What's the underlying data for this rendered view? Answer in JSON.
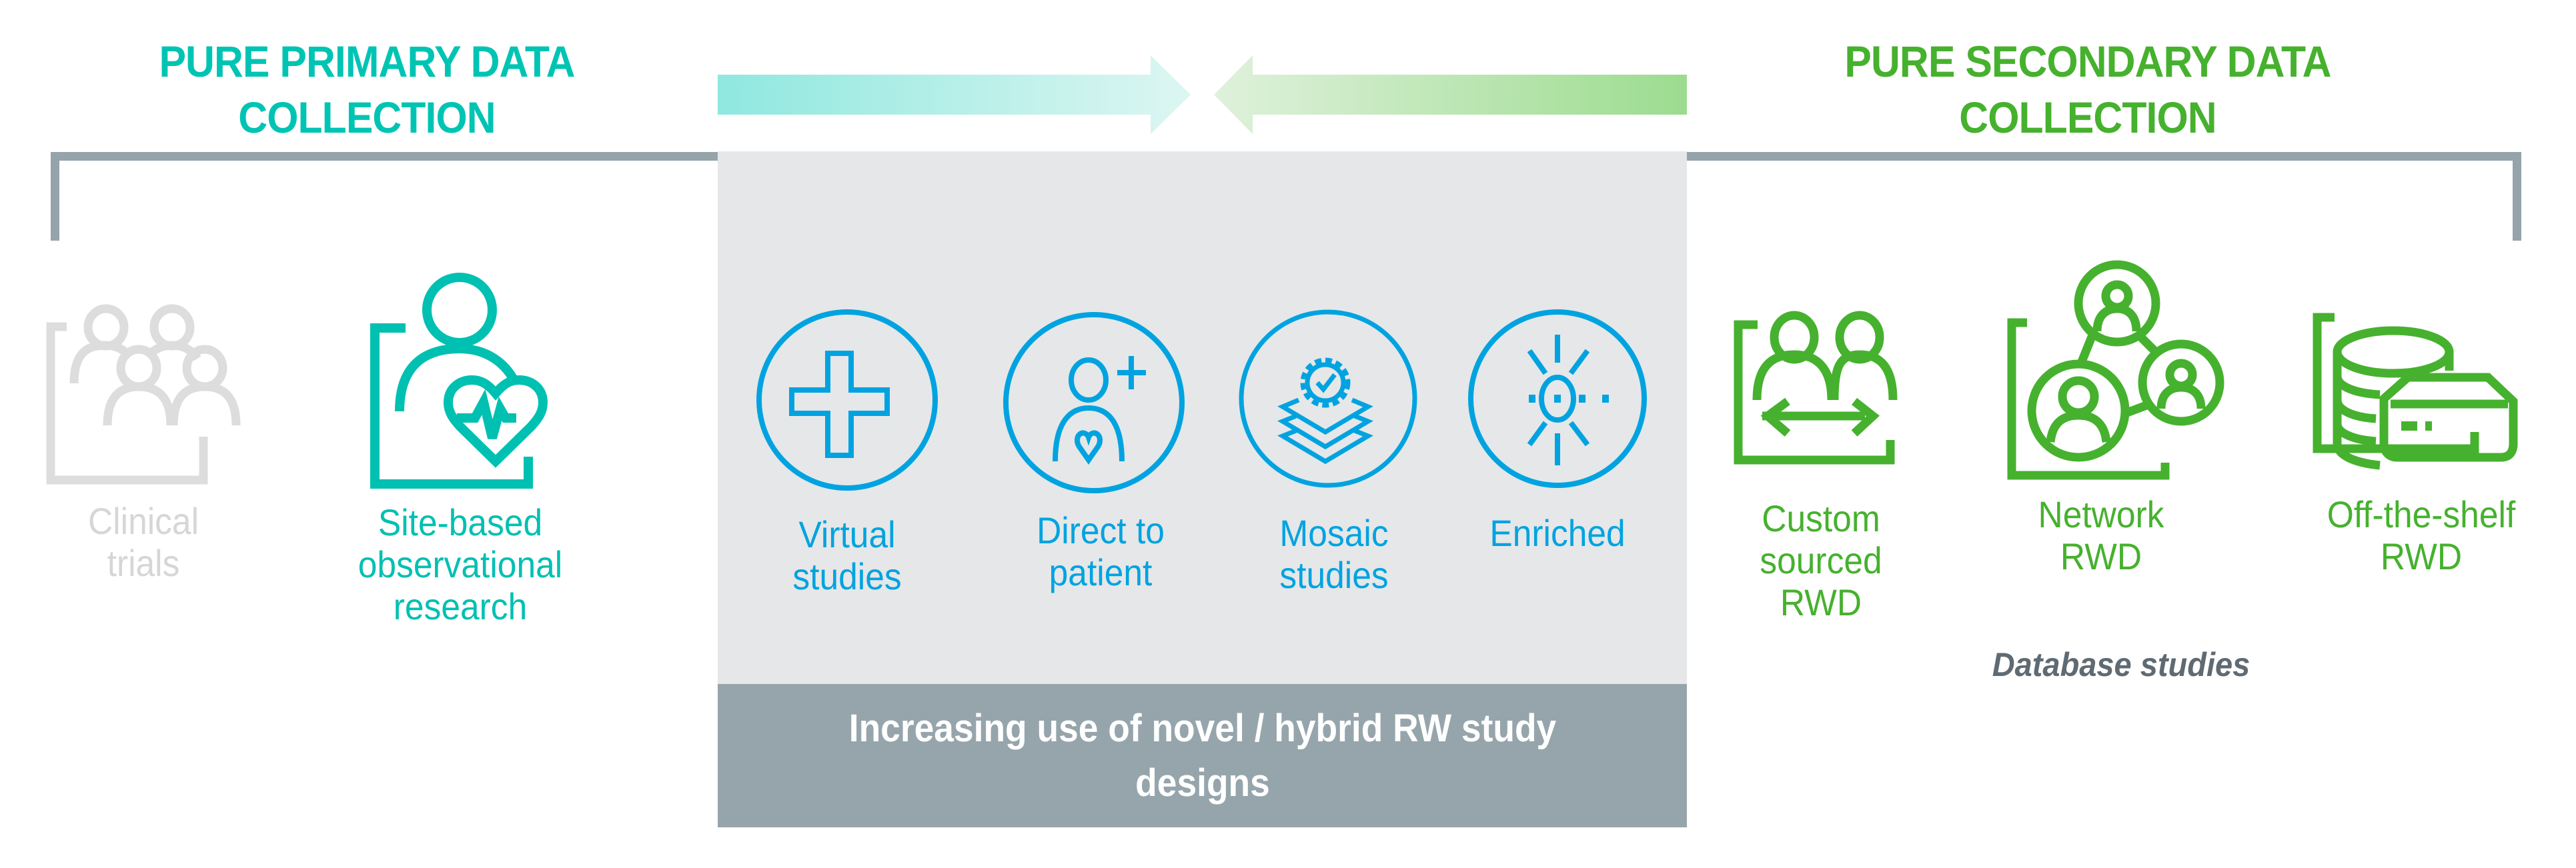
{
  "headers": {
    "primary": "PURE PRIMARY DATA COLLECTION",
    "primary_line1": "PURE PRIMARY DATA",
    "primary_line2": "COLLECTION",
    "secondary_line1": "PURE SECONDARY DATA",
    "secondary_line2": "COLLECTION"
  },
  "primary_items": [
    {
      "icon": "people-group-icon",
      "line1": "Clinical",
      "line2": "trials",
      "line3": "",
      "state": "faded"
    },
    {
      "icon": "patient-heart-icon",
      "line1": "Site-based",
      "line2": "observational",
      "line3": "research",
      "state": "active"
    }
  ],
  "hybrid_items": [
    {
      "icon": "medical-cross-icon",
      "line1": "Virtual",
      "line2": "studies"
    },
    {
      "icon": "person-add-heart-icon",
      "line1": "Direct to",
      "line2": "patient"
    },
    {
      "icon": "layers-gear-check-icon",
      "line1": "Mosaic",
      "line2": "studies"
    },
    {
      "icon": "sun-burst-icon",
      "line1": "Enriched",
      "line2": ""
    }
  ],
  "secondary_items": [
    {
      "icon": "people-exchange-icon",
      "line1": "Custom",
      "line2": "sourced",
      "line3": "RWD"
    },
    {
      "icon": "network-people-icon",
      "line1": "Network",
      "line2": "RWD",
      "line3": ""
    },
    {
      "icon": "database-drive-icon",
      "line1": "Off-the-shelf",
      "line2": "RWD",
      "line3": ""
    }
  ],
  "secondary_group_label": "Database studies",
  "banner": {
    "line1": "Increasing use of novel / hybrid RW study",
    "line2": "designs"
  },
  "colors": {
    "primary": "#00C4B3",
    "hybrid": "#00A3E0",
    "secondary": "#46B12E",
    "faded": "#DDDDDD",
    "bracket": "#95A3AA",
    "panel": "#E5E7E9",
    "banner": "#96A5AB",
    "group_label": "#5F6A72"
  }
}
